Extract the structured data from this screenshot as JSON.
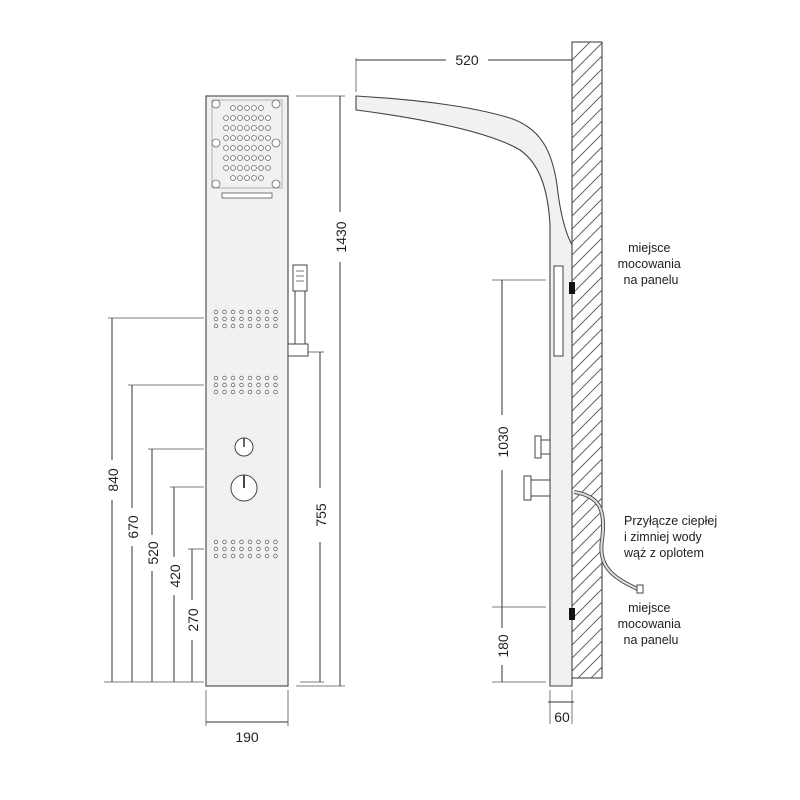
{
  "front_view": {
    "width_dim": "190",
    "overall_height_dim": "1430",
    "outlet_height_dim": "755",
    "height_dims": [
      "840",
      "670",
      "520",
      "420",
      "270"
    ]
  },
  "side_view": {
    "reach_dim": "520",
    "mount_spacing_dim": "1030",
    "bottom_mount_dim": "180",
    "depth_dim": "60",
    "mount_label_top": [
      "miejsce",
      "mocowania",
      "na panelu"
    ],
    "mount_label_bottom": [
      "miejsce",
      "mocowania",
      "na panelu"
    ],
    "hose_label": [
      "Przyłącze ciepłej",
      "i zimniej wody",
      "wąż z oplotem"
    ]
  }
}
